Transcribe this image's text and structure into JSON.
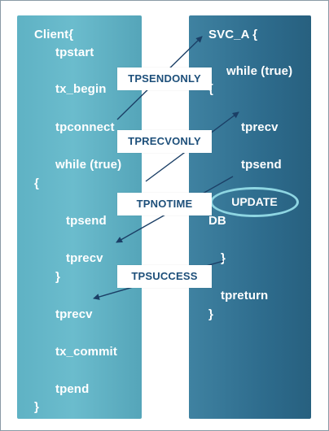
{
  "client": {
    "lines": [
      "Client{",
      "tpstart",
      "tx_begin",
      "tpconnect",
      "while (true)",
      "{",
      "tpsend",
      "tprecv",
      "}",
      "tprecv",
      "tx_commit",
      "tpend",
      "}"
    ]
  },
  "service": {
    "lines": [
      "SVC_A {",
      "while (true)",
      "{",
      "tprecv",
      "tpsend",
      "DB",
      "}",
      "tpreturn",
      "}"
    ],
    "update": "UPDATE"
  },
  "flags": [
    "TPSENDONLY",
    "TPRECVONLY",
    "TPNOTIME",
    "TPSUCCESS"
  ],
  "colors": {
    "client_column": "#62b5c7",
    "service_column": "#336f90",
    "label_text": "#1d4f7a",
    "arrow": "#1b3f66",
    "ellipse_border": "#8ed6e2"
  }
}
